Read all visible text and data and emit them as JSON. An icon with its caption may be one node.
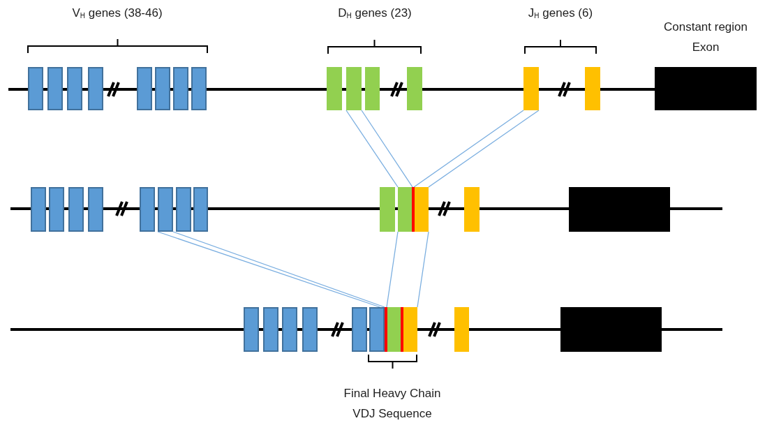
{
  "diagram": {
    "nodes": [
      {
        "text": [],
        "shape": "box"
      },
      {
        "text": [],
        "shape": "box"
      },
      {
        "text": [],
        "shape": "box"
      },
      {
        "text": [],
        "shape": "box"
      },
      {
        "text": [],
        "shape": "box"
      },
      {
        "text": [],
        "shape": "box"
      },
      {
        "text": [],
        "shape": "box"
      },
      {
        "text": [],
        "shape": "box"
      },
      {
        "text": [],
        "shape": "box"
      },
      {
        "text": [],
        "shape": "box"
      },
      {
        "text": [],
        "shape": "box"
      },
      {
        "text": [],
        "shape": "box"
      },
      {
        "text": [],
        "shape": "box"
      },
      {
        "text": [],
        "shape": "box"
      },
      {
        "text": [],
        "shape": "box"
      },
      {
        "text": [],
        "shape": "box"
      },
      {
        "text": [],
        "shape": "box"
      },
      {
        "text": [],
        "shape": "box"
      },
      {
        "text": [],
        "shape": "box"
      },
      {
        "text": [],
        "shape": "box"
      },
      {
        "text": [],
        "shape": "box"
      },
      {
        "text": [],
        "shape": "box"
      },
      {
        "text": [],
        "shape": "box"
      },
      {
        "text": [],
        "shape": "box"
      },
      {
        "text": [],
        "shape": "box"
      },
      {
        "text": [],
        "shape": "box"
      },
      {
        "text": [],
        "shape": "box"
      },
      {
        "text": [],
        "shape": "box"
      },
      {
        "text": [],
        "shape": "box"
      },
      {
        "text": [],
        "shape": "box"
      },
      {
        "text": [],
        "shape": "box"
      },
      {
        "text": [],
        "shape": "box"
      },
      {
        "text": [],
        "shape": "box"
      },
      {
        "text": [],
        "shape": "box"
      },
      {
        "text": [],
        "shape": "box"
      },
      {
        "text": [],
        "shape": "box"
      },
      {
        "text": [],
        "shape": "box"
      },
      {
        "text": [],
        "shape": "box"
      }
    ],
    "edges": [
      {
        "from": 9,
        "to": 24,
        "arrow": "none"
      },
      {
        "from": 9,
        "to": 24,
        "arrow": "none"
      },
      {
        "from": 12,
        "to": 25,
        "arrow": "none"
      },
      {
        "from": 12,
        "to": 25,
        "arrow": "none"
      },
      {
        "from": 20,
        "to": 33,
        "arrow": "none"
      },
      {
        "from": 20,
        "to": 33,
        "arrow": "none"
      },
      {
        "from": 24,
        "to": 34,
        "arrow": "none"
      },
      {
        "from": 25,
        "to": 35,
        "arrow": "none"
      }
    ],
    "labels": [
      "V$_{H}$ genes (38-46)",
      "D$_{H}$ genes (23)",
      "J$_{H}$ genes (6)",
      "Constant region Exon",
      "Final Heavy Chain VDJ Sequence"
    ]
  }
}
